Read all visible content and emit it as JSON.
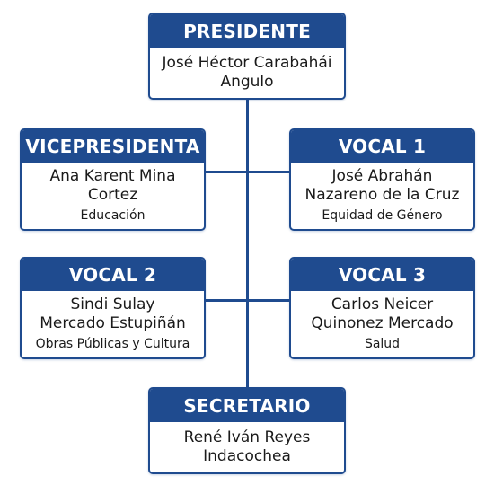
{
  "colors": {
    "primary": "#1f4b8f",
    "text": "#1a1a1a",
    "background": "#ffffff"
  },
  "president": {
    "title": "PRESIDENTE",
    "name_line1": "José Héctor Carabahái",
    "name_line2": "Angulo"
  },
  "vicepresident": {
    "title": "VICEPRESIDENTA",
    "name_line1": "Ana Karent Mina",
    "name_line2": "Cortez",
    "area": "Educación"
  },
  "vocal1": {
    "title": "VOCAL 1",
    "name_line1": "José Abrahán",
    "name_line2": "Nazareno de la Cruz",
    "area": "Equidad de Género"
  },
  "vocal2": {
    "title": "VOCAL 2",
    "name_line1": "Sindi Sulay",
    "name_line2": "Mercado Estupiñán",
    "area": "Obras Públicas y Cultura"
  },
  "vocal3": {
    "title": "VOCAL 3",
    "name_line1": "Carlos Neicer",
    "name_line2": "Quinonez Mercado",
    "area": "Salud"
  },
  "secretary": {
    "title": "SECRETARIO",
    "name_line1": "René Iván Reyes",
    "name_line2": "Indacochea"
  }
}
